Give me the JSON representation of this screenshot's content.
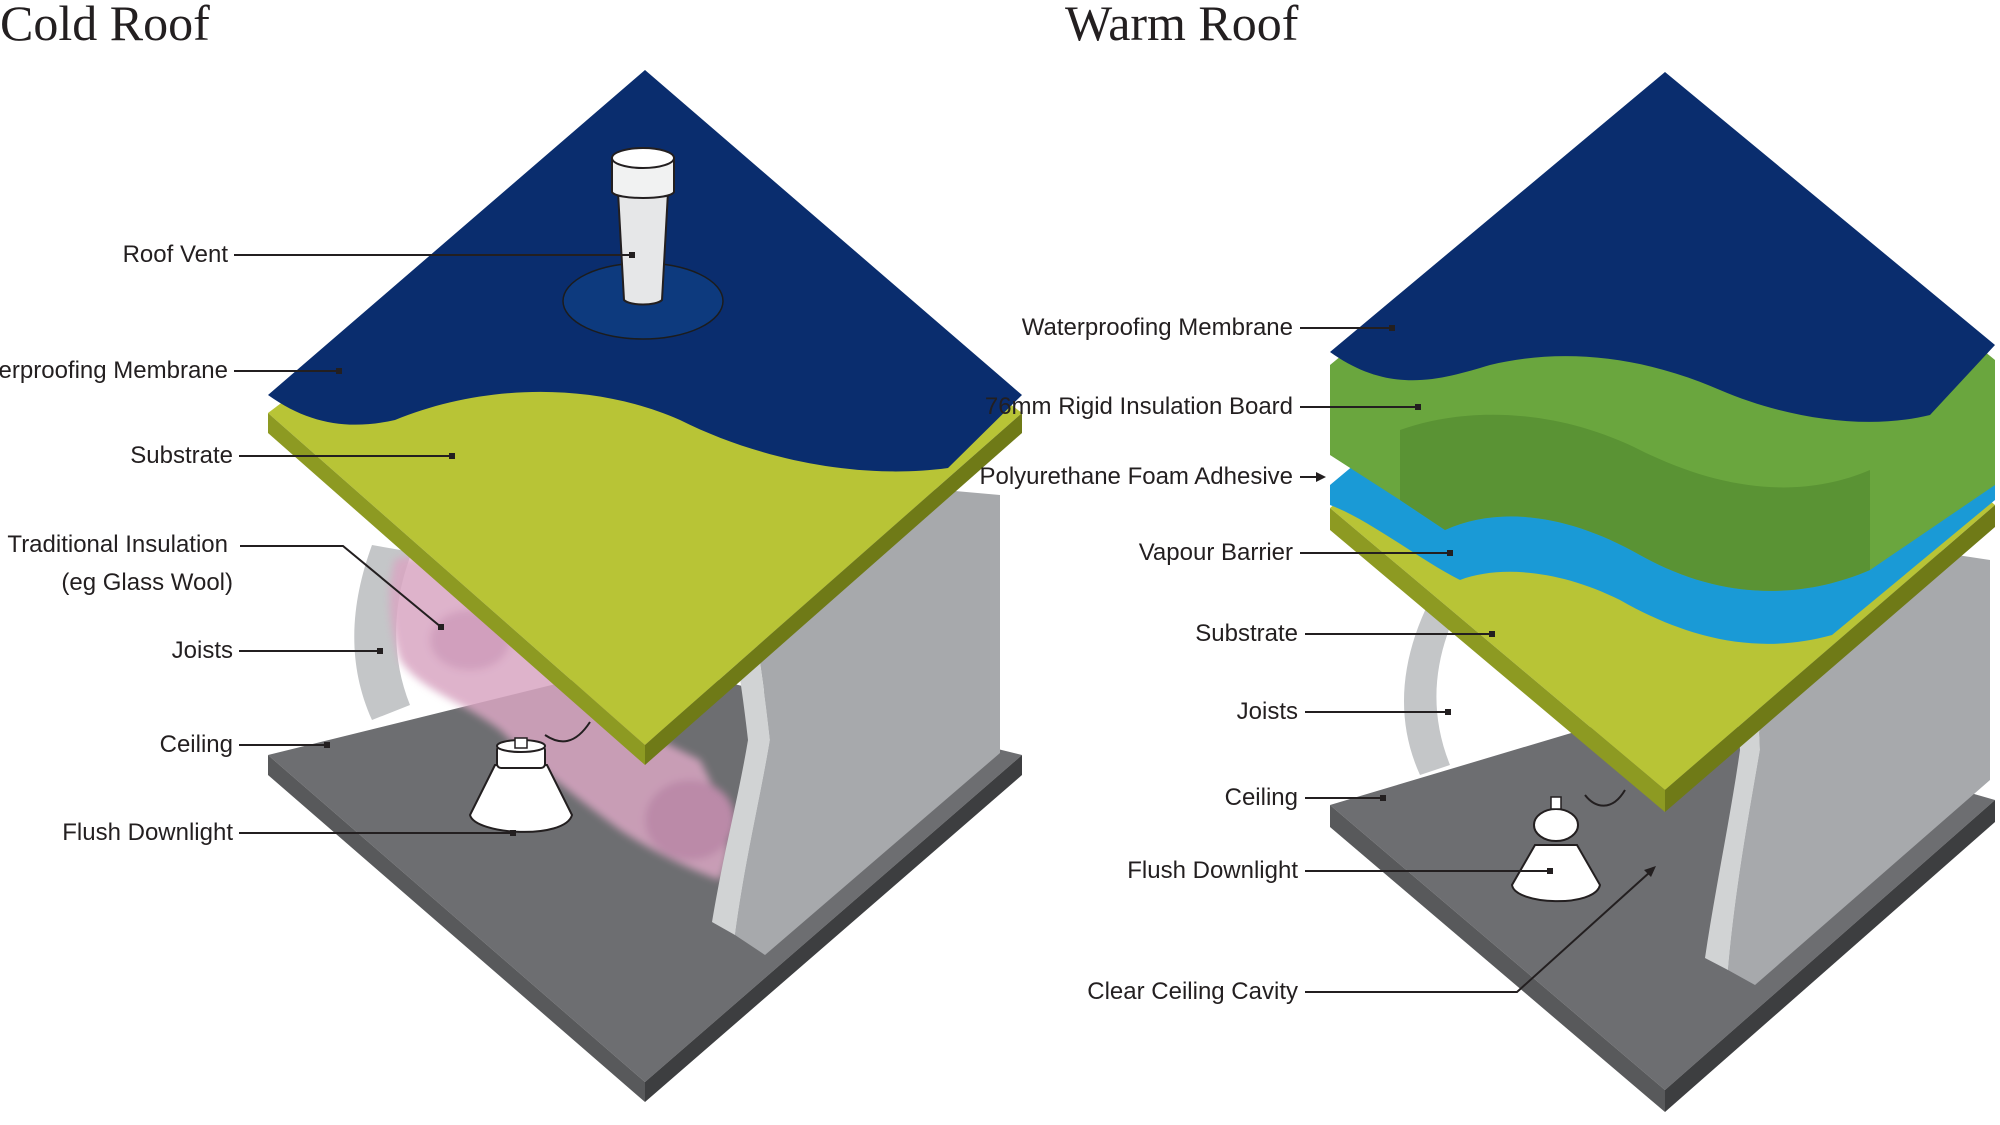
{
  "cold_roof": {
    "title": "Cold Roof",
    "labels": {
      "roof_vent": "Roof Vent",
      "waterproofing_membrane": "Waterproofing Membrane",
      "substrate": "Substrate",
      "traditional_insulation_line1": "Traditional Insulation",
      "traditional_insulation_line2": "(eg Glass Wool)",
      "joists": "Joists",
      "ceiling": "Ceiling",
      "flush_downlight": "Flush Downlight"
    }
  },
  "warm_roof": {
    "title": "Warm Roof",
    "labels": {
      "waterproofing_membrane": "Waterproofing Membrane",
      "rigid_insulation_board": "76mm Rigid Insulation Board",
      "polyurethane_foam_adhesive": "Polyurethane Foam Adhesive",
      "vapour_barrier": "Vapour Barrier",
      "substrate": "Substrate",
      "joists": "Joists",
      "ceiling": "Ceiling",
      "flush_downlight": "Flush Downlight",
      "clear_ceiling_cavity": "Clear Ceiling Cavity"
    }
  },
  "colors": {
    "membrane": "#0a2d6e",
    "substrate": "#b8c436",
    "substrate_edge": "#8d9a22",
    "insulation_board": "#6aa63e",
    "vapour_barrier": "#1a9ad6",
    "joist": "#a7a9ac",
    "ceiling": "#6d6e71",
    "glass_wool": "#d9a6c2"
  }
}
